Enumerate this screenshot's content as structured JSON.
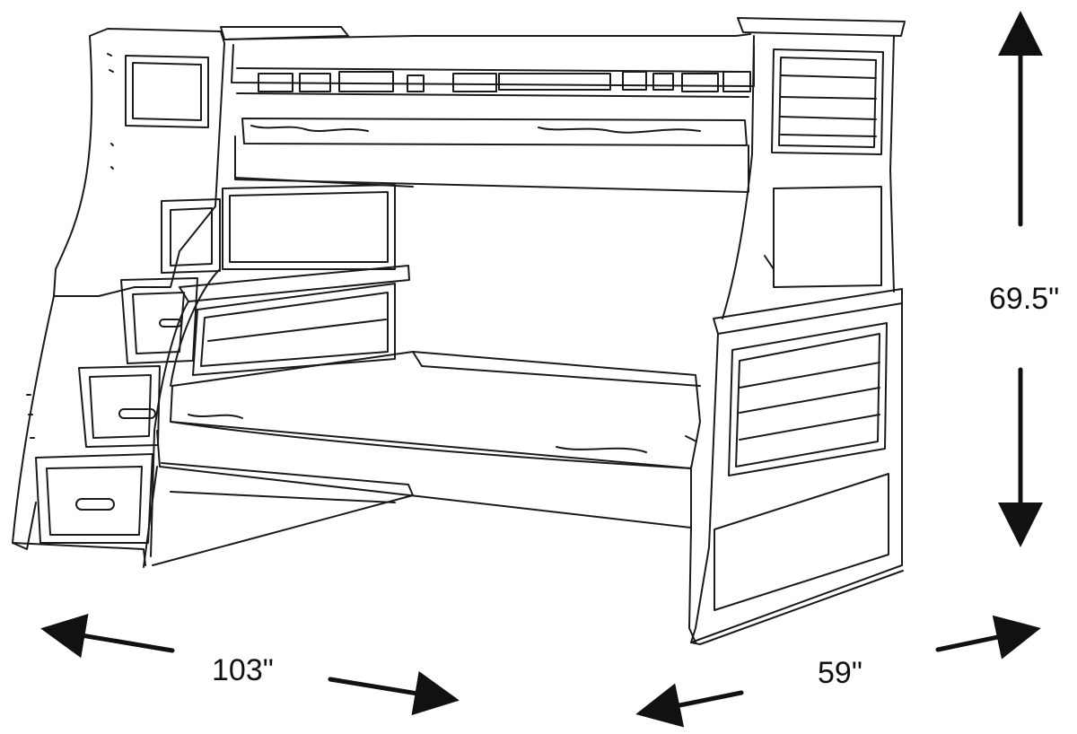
{
  "dimensions": {
    "height": "69.5\"",
    "length": "103\"",
    "width": "59\""
  },
  "colors": {
    "line": "#1a1a1a",
    "background": "#ffffff"
  }
}
